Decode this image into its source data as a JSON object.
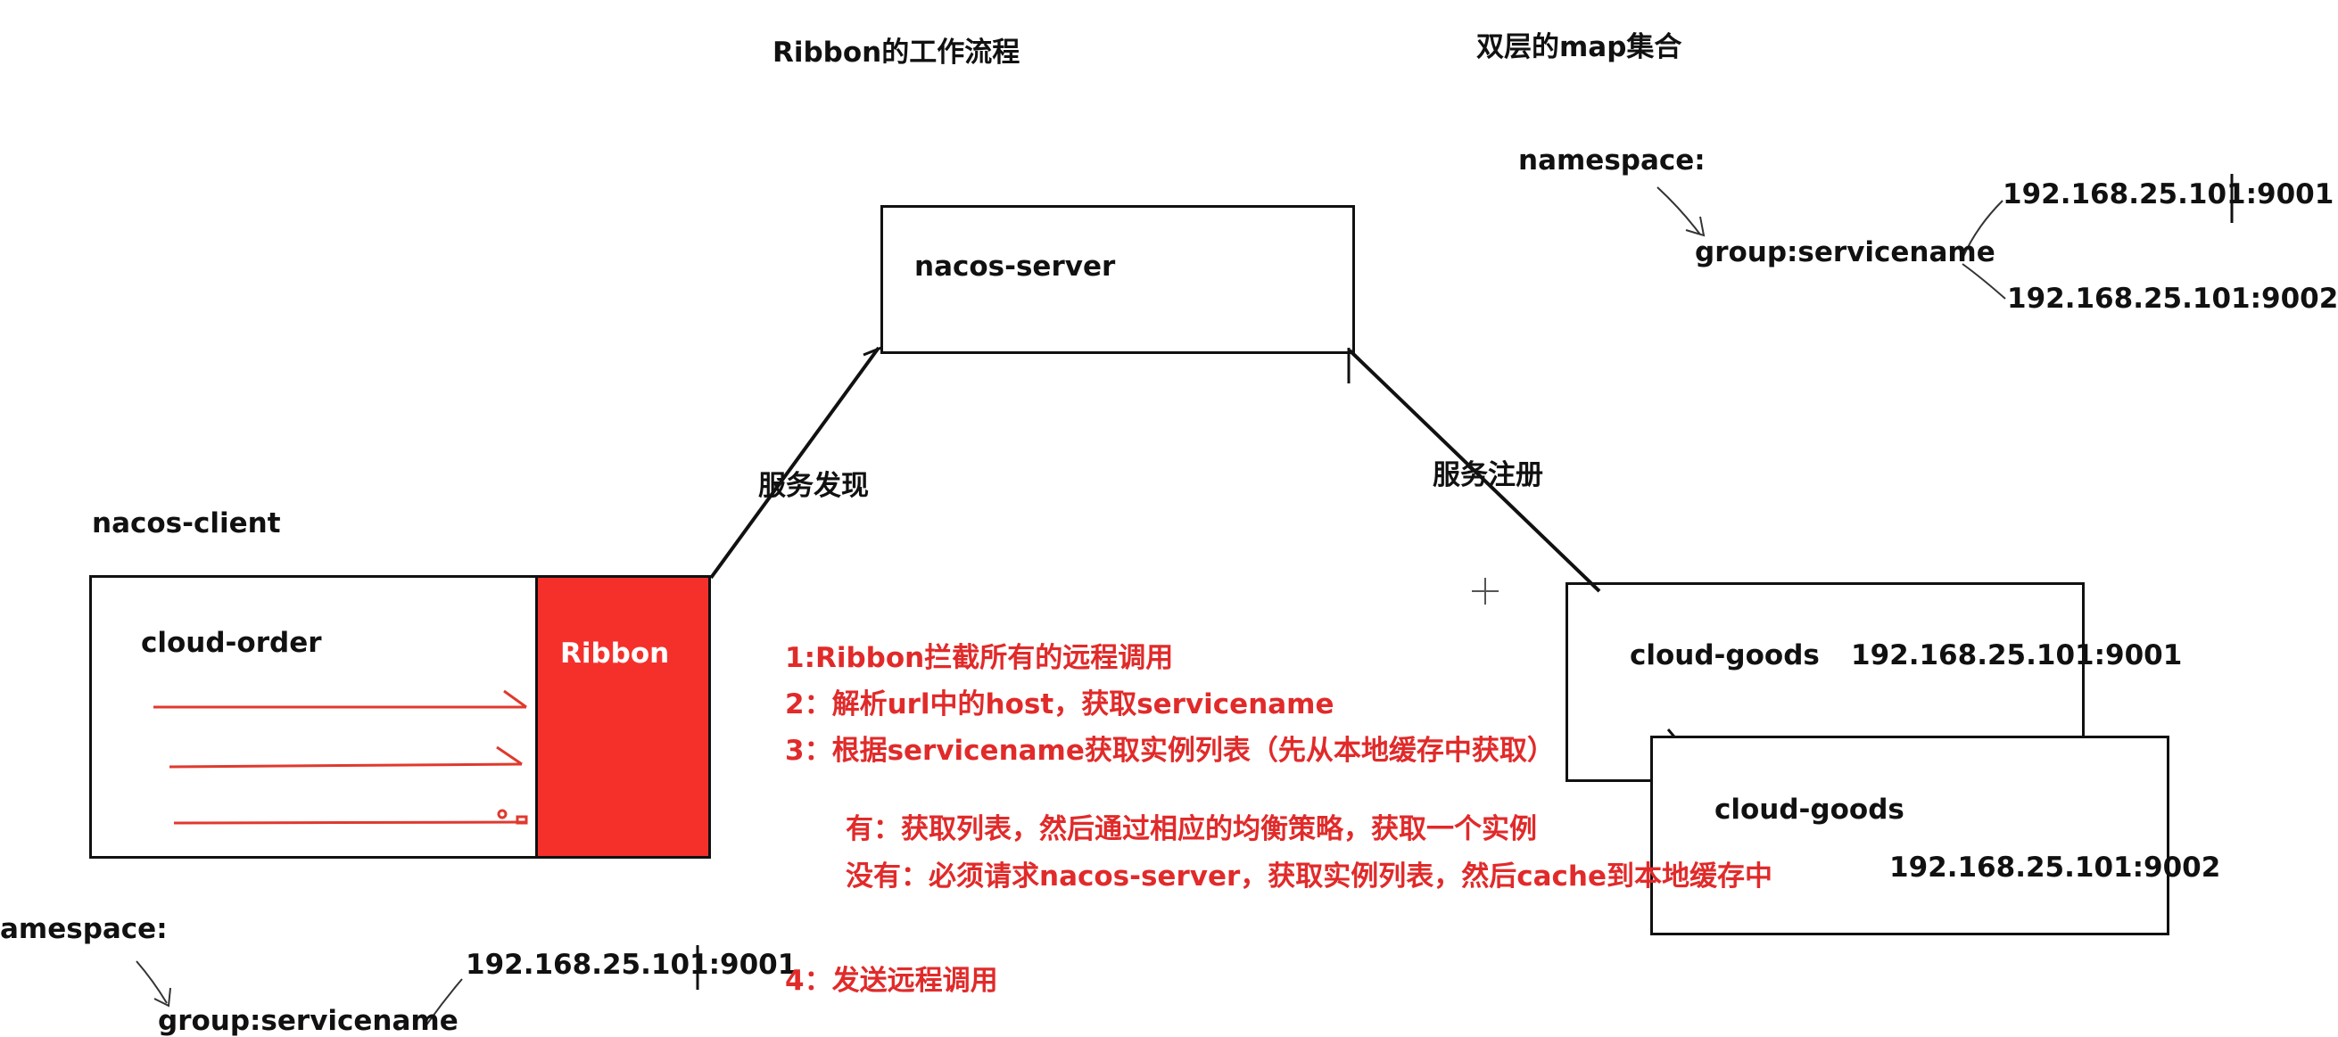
{
  "diagram": {
    "title_flow": "Ribbon的工作流程",
    "title_map": "双层的map集合",
    "server_label": "nacos-server",
    "client_label": "nacos-client",
    "order_label": "cloud-order",
    "ribbon_label": "Ribbon",
    "discovery_label": "服务发现",
    "registration_label": "服务注册",
    "goods1_label": "cloud-goods",
    "goods1_addr": "192.168.25.101:9001",
    "goods2_label": "cloud-goods",
    "goods2_addr": "192.168.25.101:9002",
    "colors": {
      "ribbon": "#f5302b",
      "steps": "#e12a2a",
      "ink": "#111111"
    }
  },
  "map_top": {
    "namespace": "namespace:",
    "group": "group:servicename",
    "addr1": "192.168.25.101:9001",
    "addr2": "192.168.25.101:9002"
  },
  "map_bottom": {
    "namespace": "amespace:",
    "group": "group:servicename",
    "addr1": "192.168.25.101:9001"
  },
  "steps": {
    "s1": "1:Ribbon拦截所有的远程调用",
    "s2": "2：解析url中的host，获取servicename",
    "s3": "3：根据servicename获取实例列表（先从本地缓存中获取）",
    "s3a": "有：获取列表，然后通过相应的均衡策略，获取一个实例",
    "s3b": "没有：必须请求nacos-server，获取实例列表，然后cache到本地缓存中",
    "s4": "4：发送远程调用"
  }
}
